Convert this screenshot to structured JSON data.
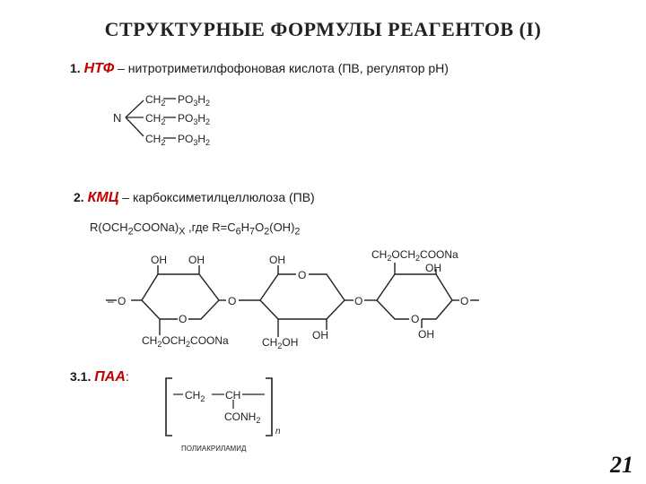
{
  "slide": {
    "title": "СТРУКТУРНЫЕ ФОРМУЛЫ РЕАГЕНТОВ (I)",
    "page_number": "21"
  },
  "items": [
    {
      "num": "1.",
      "abbr": "НТФ",
      "desc": " – нитротриметилфофоновая кислота (ПВ, регулятор pH)"
    },
    {
      "num": "2.",
      "abbr": "КМЦ",
      "desc": " – карбоксиметилцеллюлоза (ПВ)"
    },
    {
      "num": "3.1.",
      "abbr": "ПАА",
      "desc": ":"
    }
  ],
  "ntf_structure": {
    "n": "N",
    "ch2": "CH",
    "po3h2_a": "PO",
    "po3h2_b": "H",
    "sub_2": "2",
    "sub_3": "3"
  },
  "kmc": {
    "formula_prefix": "R(OCH",
    "formula_mid": "COONa)",
    "formula_x": "X",
    "formula_where": " ,где R=C",
    "formula_h": "H",
    "formula_o": "O",
    "formula_oh": "(OH)",
    "sub_6": "6",
    "sub_7": "7",
    "sub_2": "2",
    "oh": "OH",
    "o": "O",
    "bond_o_left": "–O",
    "ch2och2coona": "CH",
    "och2coona": "OCH",
    "coona": "COONa",
    "ch2oh": "CH",
    "oh_suffix": "OH"
  },
  "paa": {
    "ch2": "CH",
    "ch": "CH",
    "conh2": "CONH",
    "n": "n",
    "caption": "ПОЛИАКРИЛАМИД"
  }
}
